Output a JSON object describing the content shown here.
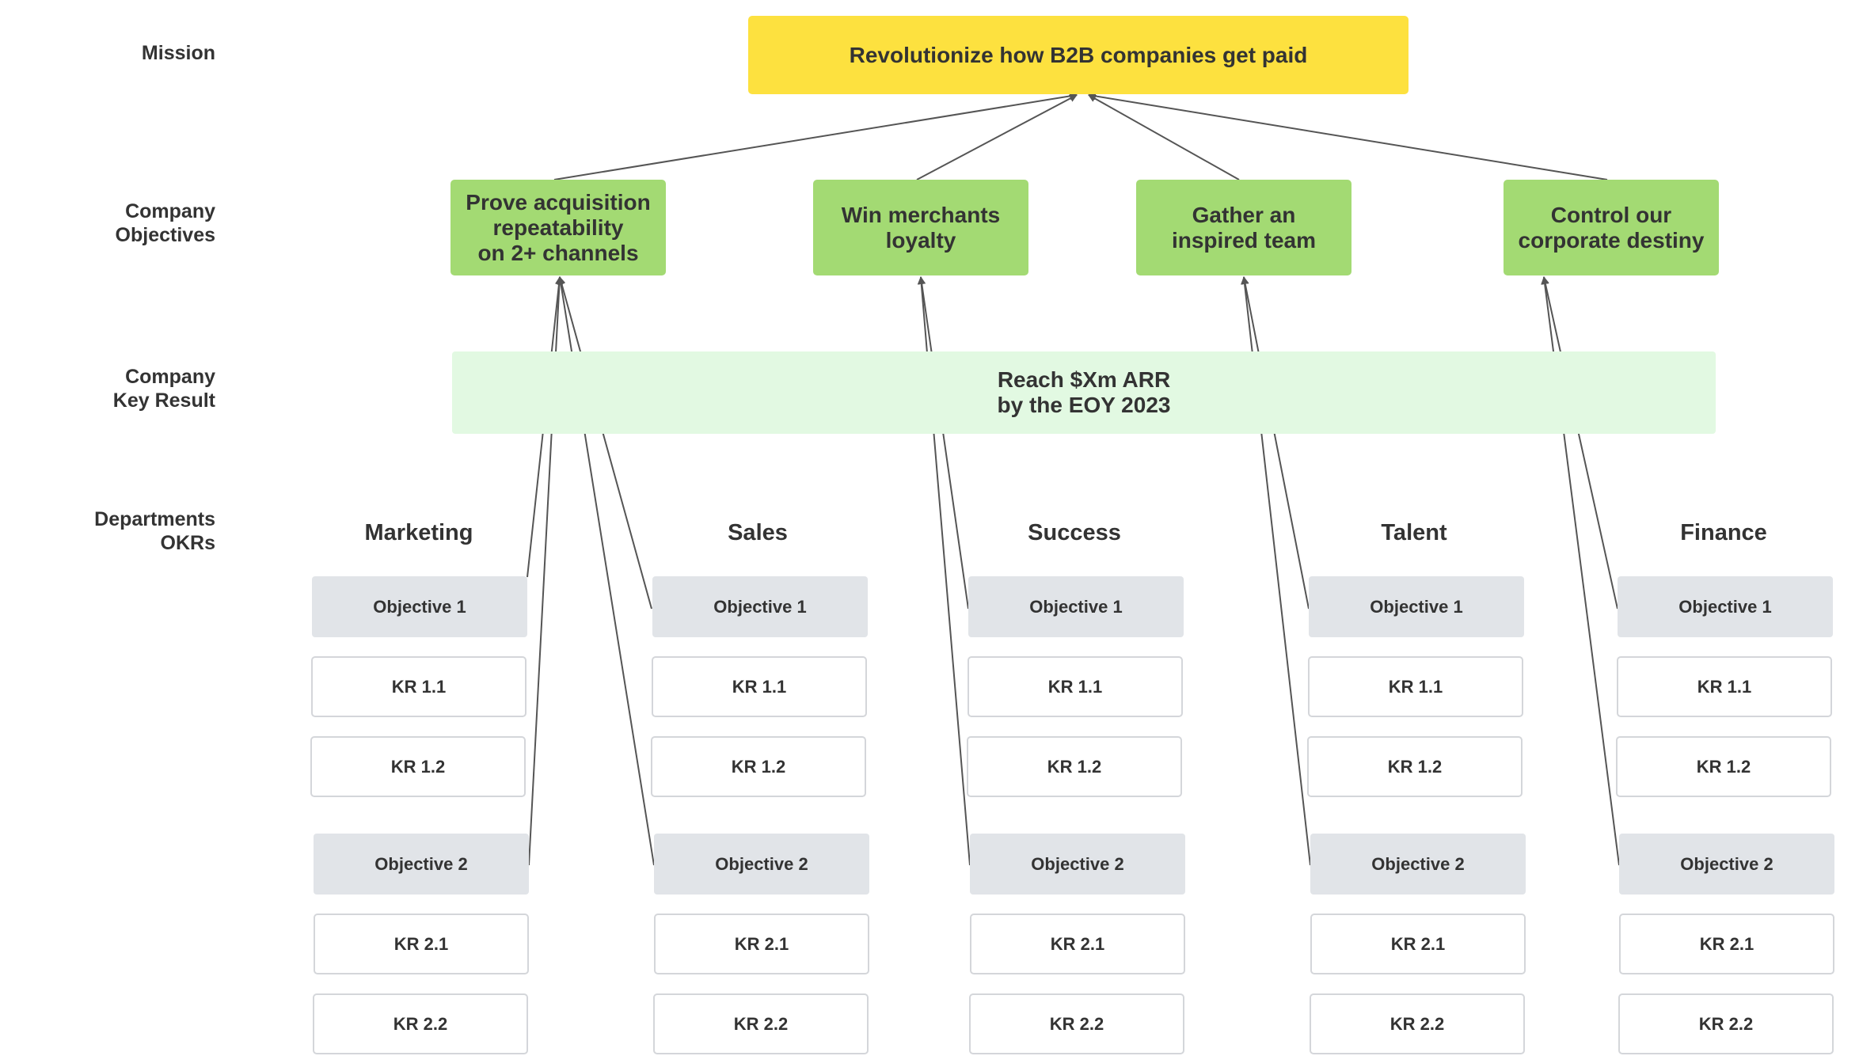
{
  "row_labels": {
    "mission": "Mission",
    "company_objectives": "Company\nObjectives",
    "company_key_result": "Company\nKey Result",
    "departments_okrs": "Departments\nOKRs"
  },
  "mission": "Revolutionize how B2B companies get paid",
  "company_objectives": [
    "Prove acquisition\nrepeatability\non 2+ channels",
    "Win merchants\nloyalty",
    "Gather an\ninspired team",
    "Control our\ncorporate destiny"
  ],
  "company_key_result": "Reach $Xm ARR\nby the EOY 2023",
  "departments": [
    {
      "name": "Marketing",
      "okrs": [
        {
          "objective": "Objective 1",
          "krs": [
            "KR 1.1",
            "KR 1.2"
          ]
        },
        {
          "objective": "Objective 2",
          "krs": [
            "KR 2.1",
            "KR 2.2"
          ]
        }
      ]
    },
    {
      "name": "Sales",
      "okrs": [
        {
          "objective": "Objective 1",
          "krs": [
            "KR 1.1",
            "KR 1.2"
          ]
        },
        {
          "objective": "Objective 2",
          "krs": [
            "KR 2.1",
            "KR 2.2"
          ]
        }
      ]
    },
    {
      "name": "Success",
      "okrs": [
        {
          "objective": "Objective 1",
          "krs": [
            "KR 1.1",
            "KR 1.2"
          ]
        },
        {
          "objective": "Objective 2",
          "krs": [
            "KR 2.1",
            "KR 2.2"
          ]
        }
      ]
    },
    {
      "name": "Talent",
      "okrs": [
        {
          "objective": "Objective 1",
          "krs": [
            "KR 1.1",
            "KR 1.2"
          ]
        },
        {
          "objective": "Objective 2",
          "krs": [
            "KR 2.1",
            "KR 2.2"
          ]
        }
      ]
    },
    {
      "name": "Finance",
      "okrs": [
        {
          "objective": "Objective 1",
          "krs": [
            "KR 1.1",
            "KR 1.2"
          ]
        },
        {
          "objective": "Objective 2",
          "krs": [
            "KR 2.1",
            "KR 2.2"
          ]
        }
      ]
    }
  ],
  "colors": {
    "mission": "#FDE13F",
    "company_objective": "#A3DA73",
    "company_key_result": "#E2F9E2",
    "department_objective": "#E1E4E8",
    "department_kr_border": "#D4D6DA",
    "connector": "#555555"
  }
}
